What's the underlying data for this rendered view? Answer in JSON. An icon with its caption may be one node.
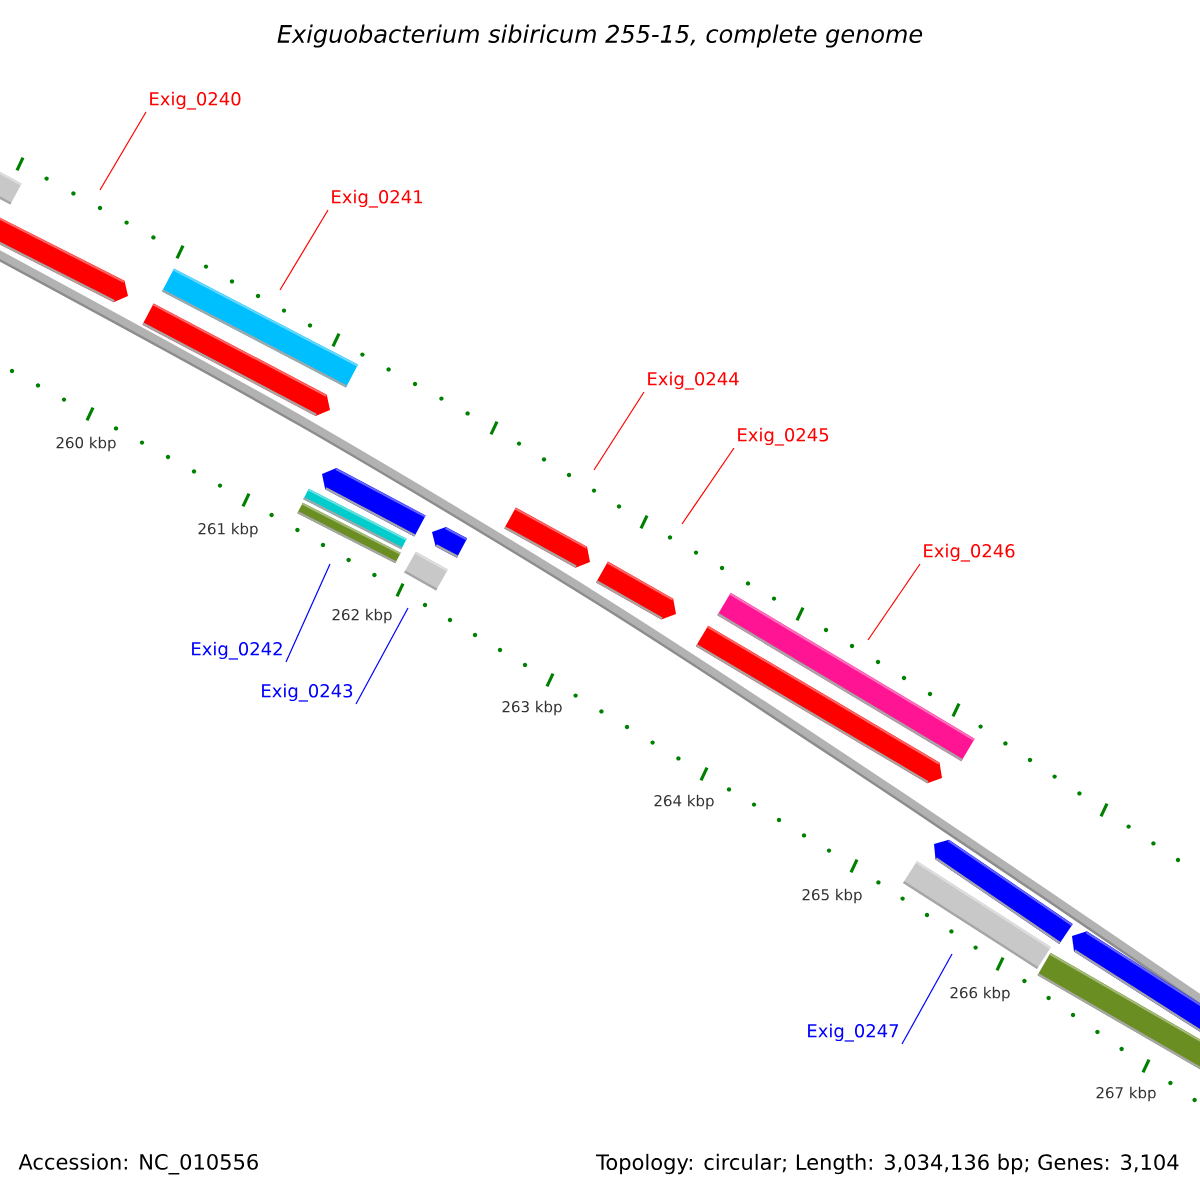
{
  "diagram": {
    "title": "Exiguobacterium sibiricum 255-15, complete genome",
    "nodes": [
      {
        "text": [
          "Exig_0240"
        ]
      },
      {
        "text": [
          "Exig_0241"
        ]
      },
      {
        "text": [
          "Exig_0244"
        ]
      },
      {
        "text": [
          "Exig_0245"
        ]
      },
      {
        "text": [
          "Exig_0246"
        ]
      },
      {
        "text": [
          "Exig_0242"
        ]
      },
      {
        "text": [
          "Exig_0243"
        ]
      },
      {
        "text": [
          "Exig_0247"
        ]
      }
    ],
    "edges": [
      {
        "from": 0,
        "to": null,
        "arrow": "none"
      },
      {
        "from": 1,
        "to": null,
        "arrow": "none"
      },
      {
        "from": 2,
        "to": null,
        "arrow": "none"
      },
      {
        "from": 3,
        "to": null,
        "arrow": "none"
      },
      {
        "from": 4,
        "to": null,
        "arrow": "none"
      },
      {
        "from": 5,
        "to": null,
        "arrow": "none",
        "color": "#0000ff"
      },
      {
        "from": 6,
        "to": null,
        "arrow": "none",
        "color": "#0000ff"
      },
      {
        "from": 7,
        "to": null,
        "arrow": "none",
        "color": "#0000ff"
      }
    ],
    "labels": [
      "260 kbp",
      "261 kbp",
      "262 kbp",
      "263 kbp",
      "264 kbp",
      "265 kbp",
      "266 kbp",
      "267 kbp",
      "Accession: NC_010556",
      "Topology: circular; Length: 3,034,136 bp; Genes: 3,104"
    ]
  }
}
